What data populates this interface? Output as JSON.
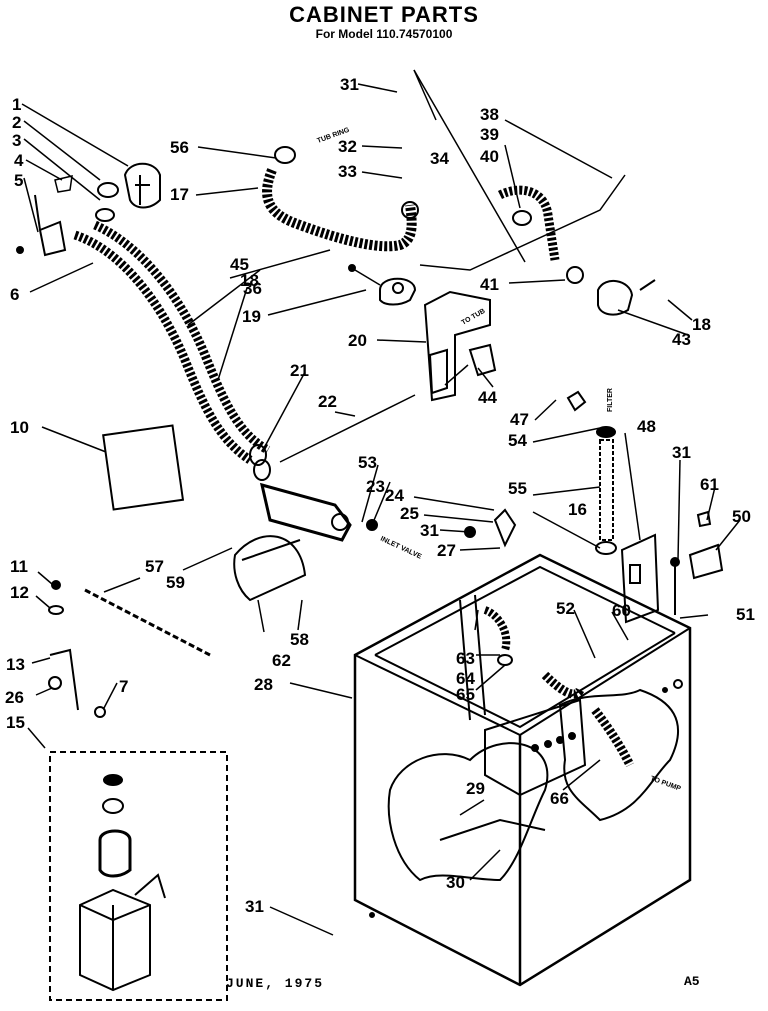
{
  "header": {
    "title": "CABINET PARTS",
    "model_line": "For Model  110.74570100"
  },
  "footer": {
    "date": "JUNE, 1975",
    "code": "A5"
  },
  "annotations": {
    "tub_ring": "TUB RING",
    "inlet_valve": "INLET VALVE",
    "to_pump": "TO PUMP",
    "filter": "FILTER",
    "to_tub": "TO TUB"
  },
  "callouts": [
    "1",
    "2",
    "3",
    "4",
    "5",
    "6",
    "7",
    "10",
    "11",
    "12",
    "13",
    "15",
    "16",
    "17",
    "18",
    "18",
    "19",
    "20",
    "21",
    "22",
    "23",
    "24",
    "25",
    "26",
    "27",
    "28",
    "29",
    "30",
    "31",
    "31",
    "31",
    "31",
    "32",
    "33",
    "34",
    "36",
    "38",
    "39",
    "40",
    "41",
    "43",
    "44",
    "45",
    "47",
    "48",
    "50",
    "51",
    "52",
    "53",
    "54",
    "55",
    "56",
    "57",
    "58",
    "59",
    "60",
    "61",
    "62",
    "63",
    "64",
    "65",
    "66"
  ]
}
